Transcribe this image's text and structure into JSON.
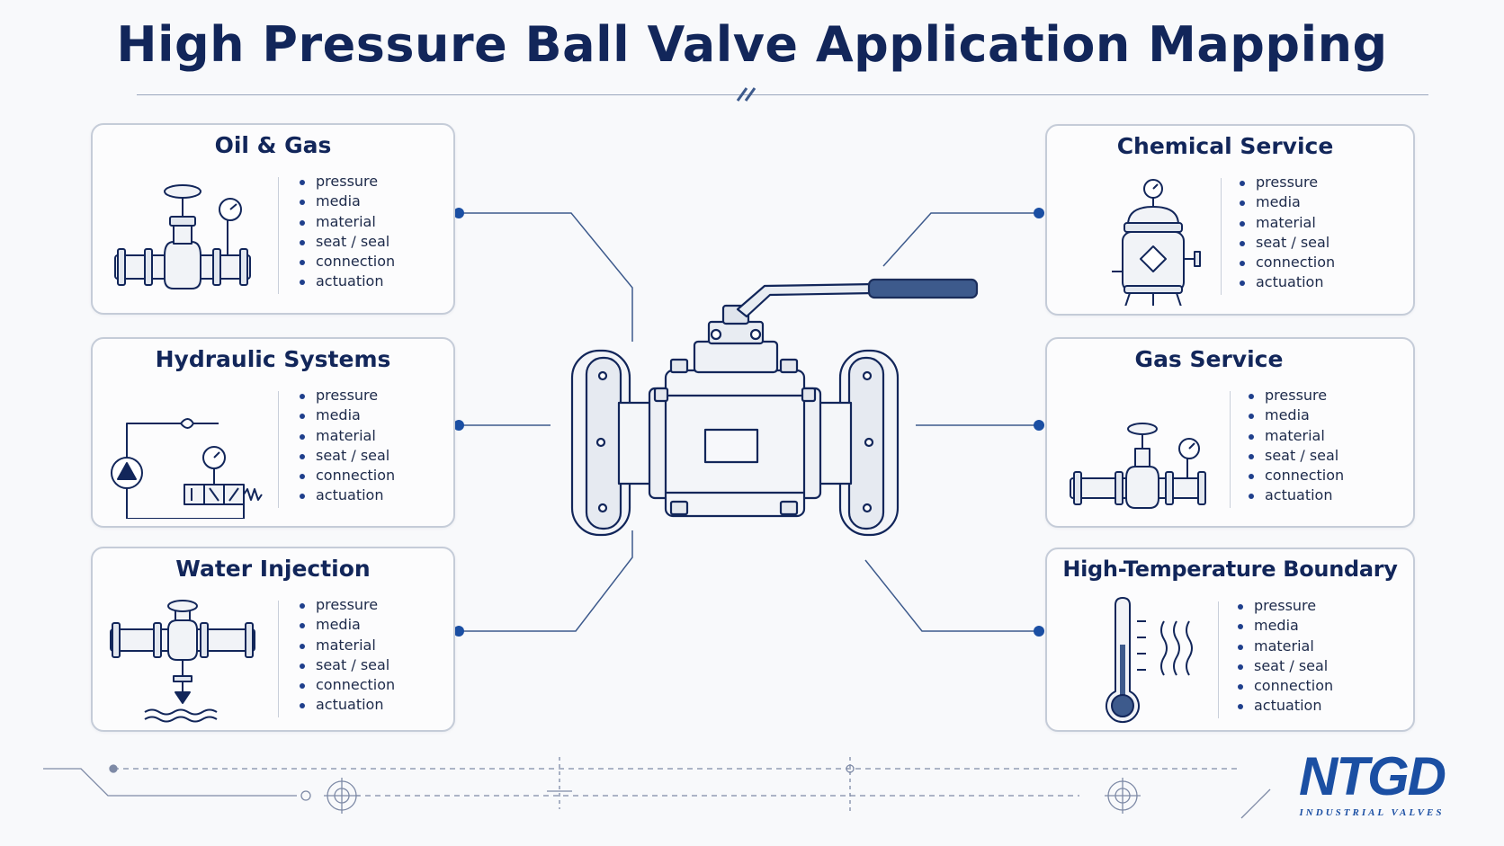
{
  "title": "High Pressure Ball Valve Application Mapping",
  "attributes": [
    "pressure",
    "media",
    "material",
    "seat / seal",
    "connection",
    "actuation"
  ],
  "cards": {
    "oil_gas": {
      "title": "Oil & Gas",
      "icon": "valve-pipeline-icon"
    },
    "hydraulic": {
      "title": "Hydraulic Systems",
      "icon": "hydraulic-circuit-icon"
    },
    "water_injection": {
      "title": "Water Injection",
      "icon": "water-injection-icon"
    },
    "chemical": {
      "title": "Chemical Service",
      "icon": "chemical-vessel-icon"
    },
    "gas_service": {
      "title": "Gas Service",
      "icon": "gas-pipeline-icon"
    },
    "high_temp": {
      "title": "High-Temperature Boundary",
      "icon": "thermometer-icon"
    }
  },
  "center_icon": "ball-valve-icon",
  "logo": {
    "mark": "NTGD",
    "subtitle": "INDUSTRIAL VALVES"
  },
  "colors": {
    "navy": "#12265a",
    "accent_blue": "#1b4fa3",
    "line": "#3d5a8c",
    "card_border": "#c5ccd8"
  }
}
